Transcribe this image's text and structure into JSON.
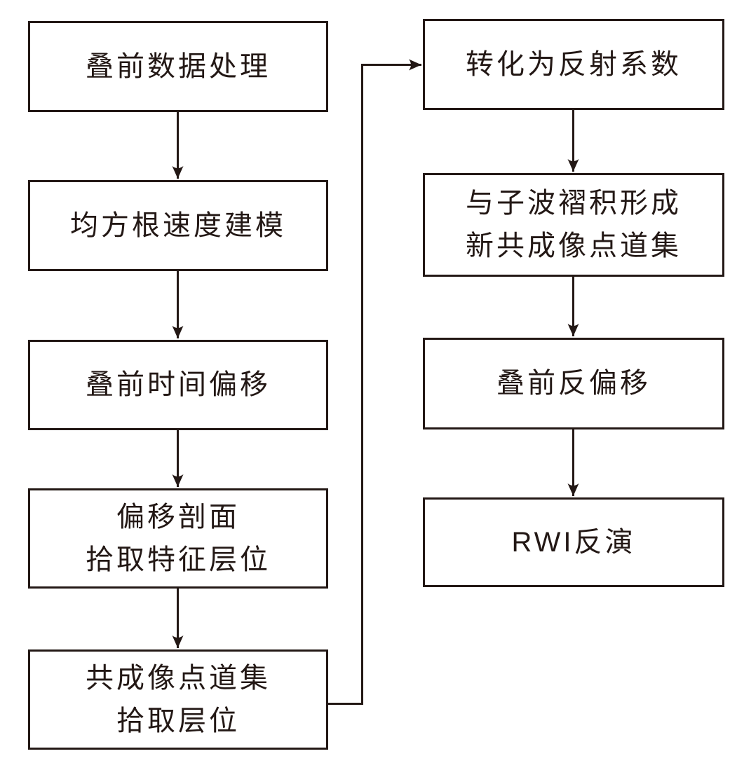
{
  "diagram": {
    "ink_color": "#231815",
    "background_color": "#ffffff",
    "columns": {
      "left": [
        {
          "name": "prestack-data-processing",
          "lines": [
            "叠前数据处理"
          ]
        },
        {
          "name": "rms-velocity-modeling",
          "lines": [
            "均方根速度建模"
          ]
        },
        {
          "name": "prestack-time-migration",
          "lines": [
            "叠前时间偏移"
          ]
        },
        {
          "name": "migration-section-pick-feature-horizons",
          "lines": [
            "偏移剖面",
            "拾取特征层位"
          ]
        },
        {
          "name": "common-image-point-gather-pick-horizons",
          "lines": [
            "共成像点道集",
            "拾取层位"
          ]
        }
      ],
      "right": [
        {
          "name": "convert-to-reflection-coefficient",
          "lines": [
            "转化为反射系数"
          ]
        },
        {
          "name": "convolve-with-wavelet-form-new-cig",
          "lines": [
            "与子波褶积形成",
            "新共成像点道集"
          ]
        },
        {
          "name": "prestack-demigration",
          "lines": [
            "叠前反偏移"
          ]
        },
        {
          "name": "rwi-inversion",
          "lines": [
            "RWI反演"
          ]
        }
      ]
    },
    "edges": [
      {
        "from": "叠前数据处理",
        "to": "均方根速度建模"
      },
      {
        "from": "均方根速度建模",
        "to": "叠前时间偏移"
      },
      {
        "from": "叠前时间偏移",
        "to": "偏移剖面 拾取特征层位"
      },
      {
        "from": "偏移剖面 拾取特征层位",
        "to": "共成像点道集 拾取层位"
      },
      {
        "from": "共成像点道集 拾取层位",
        "to": "转化为反射系数"
      },
      {
        "from": "转化为反射系数",
        "to": "与子波褶积形成 新共成像点道集"
      },
      {
        "from": "与子波褶积形成 新共成像点道集",
        "to": "叠前反偏移"
      },
      {
        "from": "叠前反偏移",
        "to": "RWI反演"
      }
    ]
  }
}
